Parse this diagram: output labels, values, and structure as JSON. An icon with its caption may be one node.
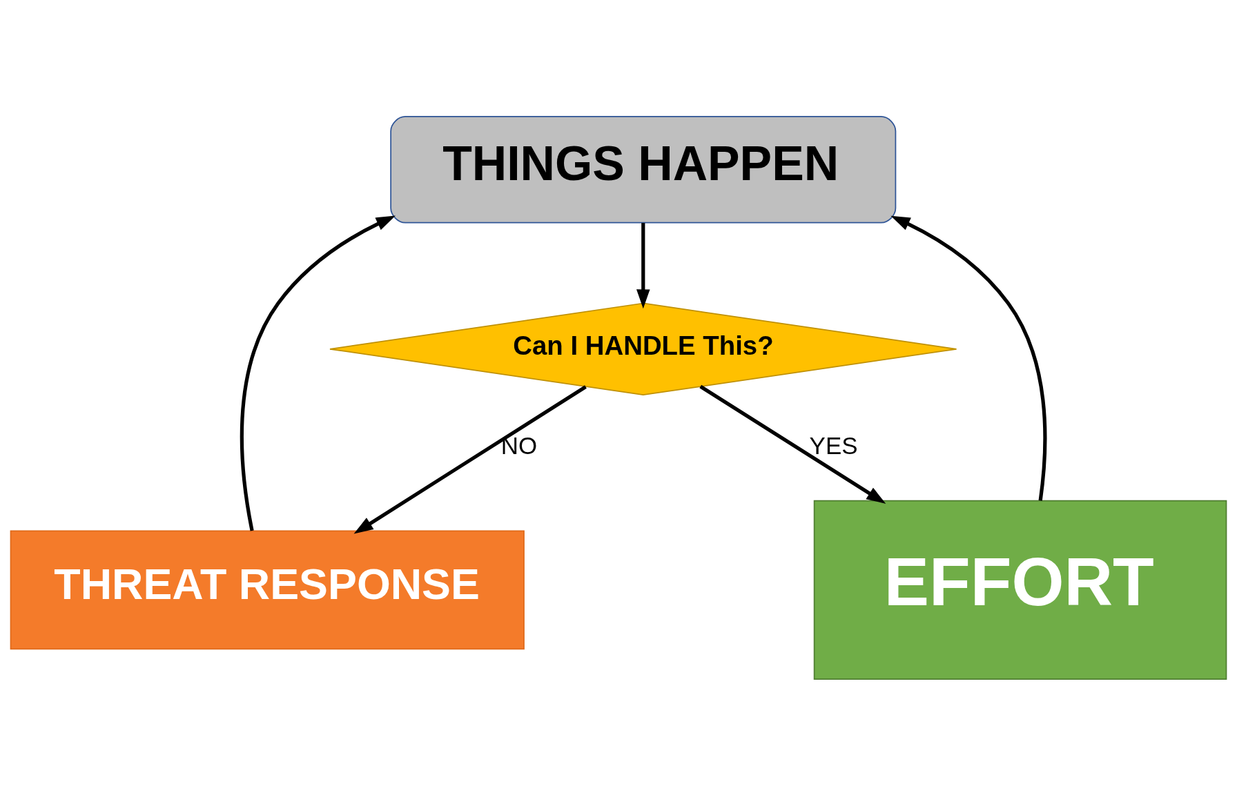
{
  "diagram": {
    "nodes": [
      {
        "text": [
          "THINGS HAPPEN"
        ]
      },
      {
        "text": [
          "Can I HANDLE This?"
        ]
      },
      {
        "text": [
          "THREAT RESPONSE"
        ]
      },
      {
        "text": [
          "EFFORT"
        ]
      }
    ],
    "edges": [
      {
        "from": 0,
        "to": 1,
        "arrow": "to"
      },
      {
        "from": 1,
        "to": 2,
        "arrow": "to",
        "label": "NO"
      },
      {
        "from": 1,
        "to": 3,
        "arrow": "to",
        "label": "YES"
      },
      {
        "from": 2,
        "to": 0,
        "arrow": "to"
      },
      {
        "from": 3,
        "to": 0,
        "arrow": "to"
      }
    ]
  }
}
